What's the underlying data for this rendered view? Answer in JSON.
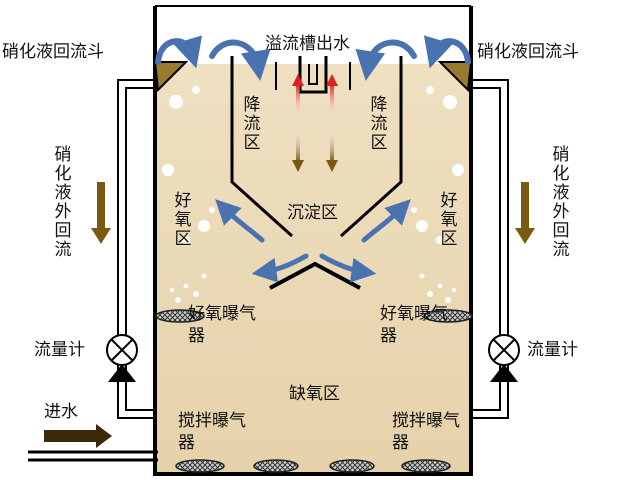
{
  "labels": {
    "overflow_outlet": "溢流槽出水",
    "return_hopper_left": "硝化液回流斗",
    "return_hopper_right": "硝化液回流斗",
    "downflow_left": "降流区",
    "downflow_right": "降流区",
    "external_return_left": "硝化液外回流",
    "external_return_right": "硝化液外回流",
    "aerobic_left": "好氧区",
    "aerobic_right": "好氧区",
    "settling": "沉淀区",
    "aerobic_aerator_left": "好氧曝气器",
    "aerobic_aerator_right": "好氧曝气器",
    "flowmeter_left": "流量计",
    "flowmeter_right": "流量计",
    "anoxic": "缺氧区",
    "inlet": "进水",
    "mixing_aerator_left": "搅拌曝气器",
    "mixing_aerator_right": "搅拌曝气器"
  },
  "colors": {
    "liquid": "#ead7b2",
    "wall": "#000000",
    "flow_arrow": "#4a72b0",
    "return_arrow": "#7a5a10",
    "inlet_arrow": "#3a2a08",
    "up_arrow": "#e02020",
    "aerator_fill": "#9a9a9a",
    "hopper": "#9a7a30"
  }
}
